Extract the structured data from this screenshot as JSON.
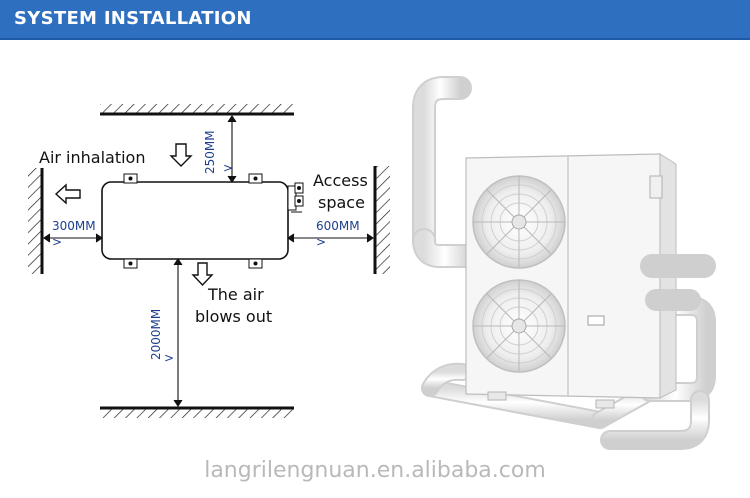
{
  "header": {
    "title": "SYSTEM INSTALLATION"
  },
  "labels": {
    "air_inhalation": "Air inhalation",
    "access_space": [
      "Access",
      "space"
    ],
    "air_out": [
      "The air",
      "blows out"
    ]
  },
  "dimensions": {
    "top": "250MM",
    "left": "300MM",
    "right": "600MM",
    "bottom": "2000MM",
    "arrow_glyph": ">"
  },
  "watermark": "langrilengnuan.en.alibaba.com",
  "colors": {
    "header_bg": "#2f6fc0",
    "dimension_text": "#1c3f8f"
  }
}
